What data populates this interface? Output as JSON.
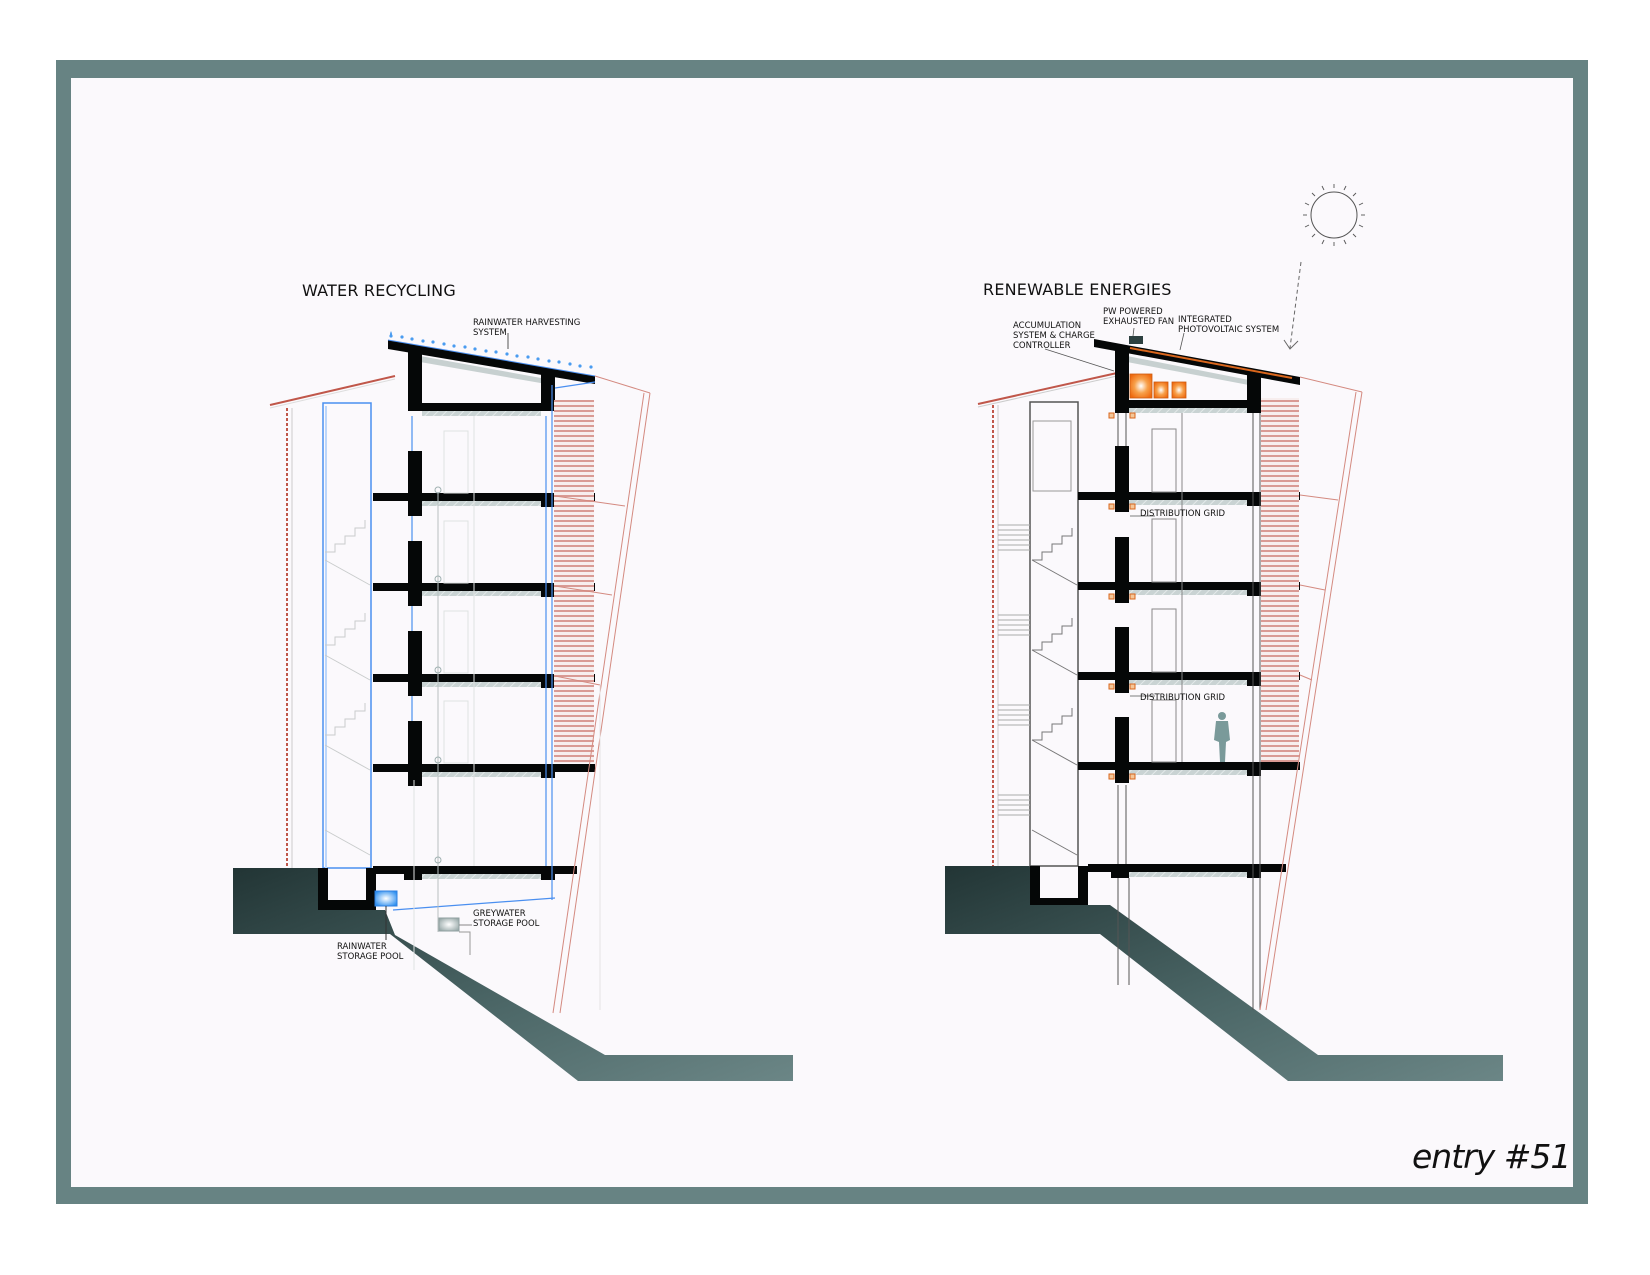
{
  "sheet": {
    "frame_color": "#678383",
    "background_color": "#fbf9fc",
    "entry_label": "entry #51"
  },
  "water_recycling": {
    "title": "WATER RECYCLING",
    "labels": {
      "rainwater_harvesting": "RAINWATER HARVESTING\nSYSTEM",
      "rainwater_storage": "RAINWATER\nSTORAGE POOL",
      "greywater_storage": "GREYWATER\nSTORAGE POOL"
    },
    "colors": {
      "pipe": "#4a8ff0",
      "pool": "#3aa0f5",
      "facade": "#c0574a"
    }
  },
  "renewable_energies": {
    "title": "RENEWABLE ENERGIES",
    "labels": {
      "accumulation": "ACCUMULATION\nSYSTEM & CHARGE\nCONTROLLER",
      "fan": "PW POWERED\nEXHAUSTED FAN",
      "photovoltaic": "INTEGRATED\nPHOTOVOLTAIC SYSTEM",
      "distribution_grid_1": "DISTRIBUTION GRID",
      "distribution_grid_2": "DISTRIBUTION GRID"
    },
    "colors": {
      "battery": "#f07a1e",
      "pv": "#d9661c",
      "person": "#7a9a9a"
    }
  },
  "icons": {
    "sun": "sun-icon",
    "sun_ray_arrow": "arrow-down-icon",
    "rain_drops": "raindrop-icon",
    "person": "person-silhouette-icon"
  }
}
